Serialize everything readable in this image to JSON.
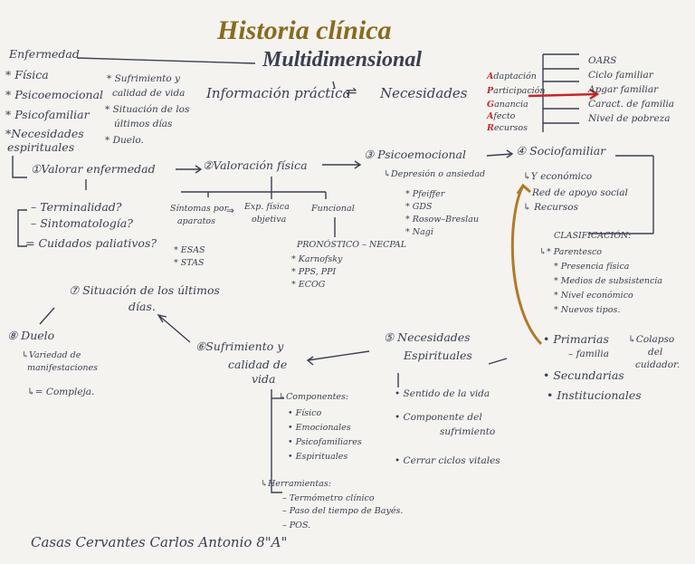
{
  "colors": {
    "ink": "#3a3f52",
    "title": "#8a6a1e",
    "accent_red": "#c2282a",
    "curve_brown": "#b07a2a",
    "paper": "#f4f3ef"
  },
  "header": {
    "title": "Historia clínica",
    "subtitle": "Multidimensional"
  },
  "enfermedad": {
    "label": "Enfermedad",
    "col1": [
      "* Física",
      "* Psicoemocional",
      "* Psicofamiliar",
      "*Necesidades",
      "espirituales"
    ],
    "col2": [
      "* Sufrimiento y",
      "calidad de vida",
      "* Situación de los",
      "últimos días",
      "* Duelo."
    ]
  },
  "info": {
    "left": "Información práctica",
    "symbol": "⇌",
    "right": "Necesidades"
  },
  "oars": {
    "left": [
      {
        "initial": "A",
        "rest": "daptación"
      },
      {
        "initial": "P",
        "rest": "articipación"
      },
      {
        "initial": "G",
        "rest": "anancia"
      },
      {
        "initial": "A",
        "rest": "fecto"
      },
      {
        "initial": "R",
        "rest": "ecursos"
      }
    ],
    "right": [
      "OARS",
      "Ciclo familiar",
      "Apgar familiar",
      "Caract. de familia",
      "Nivel de pobreza"
    ]
  },
  "s1": {
    "label": "①Valorar enfermedad",
    "items": [
      "– Terminalidad?",
      "– Sintomatología?",
      "= Cuidados paliativos?"
    ]
  },
  "s2": {
    "label": "②Valoración física",
    "a": [
      "Síntomas por",
      "aparatos"
    ],
    "arrow": "⇒",
    "b": [
      "Exp. física",
      "objetiva"
    ],
    "c": "Funcional",
    "tools": [
      "* ESAS",
      "* STAS"
    ],
    "prognostic": "PRONÓSTICO – NECPAL",
    "prog_items": [
      "* Karnofsky",
      "* PPS, PPI",
      "* ECOG"
    ]
  },
  "s3": {
    "label": "③ Psicoemocional",
    "sub": "↳Depresión o ansiedad",
    "items": [
      "* Pfeiffer",
      "* GDS",
      "* Rosow–Breslau",
      "* Nagi"
    ]
  },
  "s4": {
    "label": "④ Sociofamiliar",
    "items": [
      "↳Y económico",
      "Red de apoyo social",
      "↳ Recursos"
    ],
    "clasif_title": "CLASIFICACIÓN:",
    "clasif": [
      "↳* Parentesco",
      "* Presencia física",
      "* Medios de subsistencia",
      "* Nivel económico",
      "* Nuevos tipos."
    ]
  },
  "s5": {
    "label": [
      "⑤ Necesidades",
      "Espirituales"
    ],
    "items": [
      "• Sentido de la vida",
      "• Componente del",
      "sufrimiento",
      "• Cerrar ciclos vitales"
    ]
  },
  "s6": {
    "label": [
      "⑥Sufrimiento y",
      "calidad de",
      "vida"
    ],
    "comp_title": "↳Componentes:",
    "comp": [
      "• Físico",
      "• Emocionales",
      "• Psicofamiliares",
      "• Espirituales"
    ],
    "tools_title": "↳Herramientas:",
    "tools": [
      "– Termómetro clínico",
      "– Paso del tiempo de Bayés.",
      "– POS."
    ]
  },
  "s7": {
    "label": [
      "⑦ Situación de los últimos",
      "días."
    ]
  },
  "s8": {
    "label": "⑧ Duelo",
    "items": [
      "↳Variedad de",
      "manifestaciones",
      "↳= Compleja."
    ]
  },
  "support": {
    "items": [
      "• Primarias",
      "– familia",
      "• Secundarias",
      "• Institucionales"
    ],
    "side": [
      "↳Colapso",
      "del",
      "cuidador."
    ]
  },
  "author": "Casas Cervantes Carlos Antonio 8\"A\""
}
